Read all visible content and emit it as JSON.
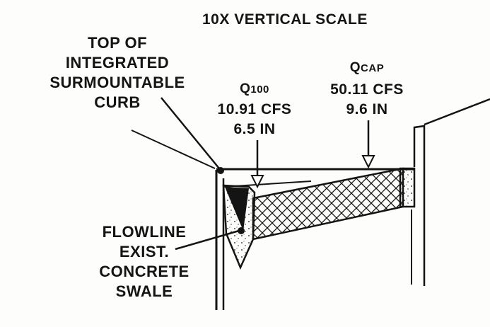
{
  "title": "10X VERTICAL SCALE",
  "curb_label": [
    "TOP OF",
    "INTEGRATED",
    "SURMOUNTABLE",
    "CURB"
  ],
  "q100": {
    "symbol": "Q",
    "subscript": "100",
    "flow": "10.91 CFS",
    "depth": "6.5 IN"
  },
  "qcap": {
    "symbol": "Q",
    "subscript": "CAP",
    "flow": "50.11 CFS",
    "depth": "9.6 IN"
  },
  "flowline_label": [
    "FLOWLINE",
    "EXIST.",
    "CONCRETE",
    "SWALE"
  ],
  "colors": {
    "ink": "#141414",
    "paper": "#fdfdfb"
  }
}
